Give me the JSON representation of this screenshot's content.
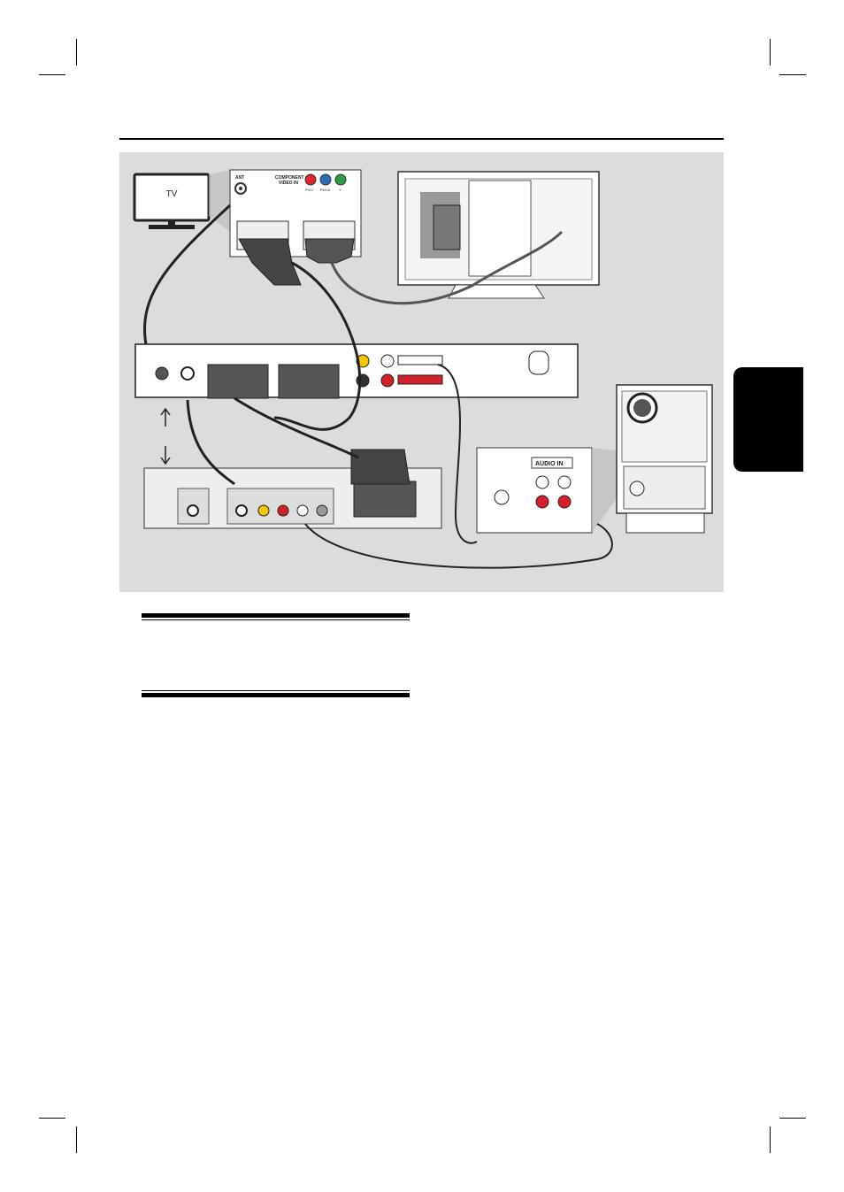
{
  "diagram": {
    "tv_label": "TV",
    "tv_panel": {
      "antenna_label": "ANT",
      "component_label_line1": "COMPONENT",
      "component_label_line2": "VIDEO IN",
      "component_jacks": [
        "Pr/Cr",
        "Pb/Cb",
        "Y"
      ]
    },
    "subwoofer_panel": {
      "audio_in_label": "AUDIO IN"
    },
    "colors": {
      "background": "#dcdcdc",
      "audio_red": "#d4202b",
      "video_yellow": "#f2c500",
      "component_red": "#e0242e",
      "component_blue": "#2a6fb8",
      "component_green": "#2f9a48",
      "cable": "#222222"
    }
  }
}
